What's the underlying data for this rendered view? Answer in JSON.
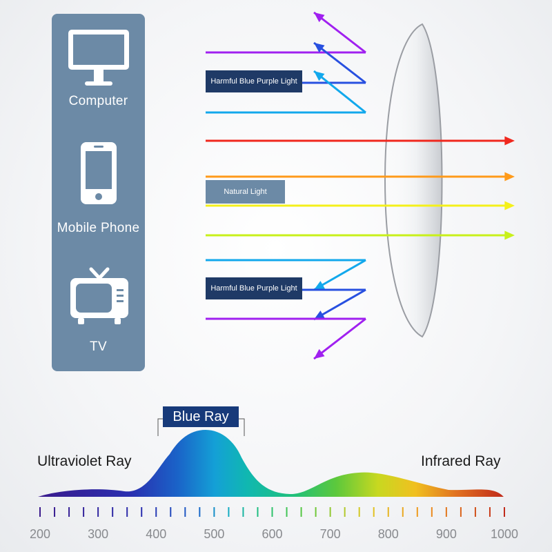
{
  "devices": [
    {
      "icon": "monitor-icon",
      "label": "Computer"
    },
    {
      "icon": "smartphone-icon",
      "label": "Mobile Phone"
    },
    {
      "icon": "tv-icon",
      "label": "TV"
    }
  ],
  "ray_labels": {
    "harmful_top": "Harmful Blue Purple Light",
    "natural": "Natural Light",
    "harmful_bottom": "Harmful Blue Purple Light"
  },
  "colors": {
    "panel": "#6c8aa6",
    "harmful_label_bg": "#1f3a66",
    "violet": "#a020f0",
    "blue": "#2850e0",
    "cyan": "#12a8ec",
    "red": "#f0281e",
    "orange": "#ff9a1a",
    "yellow": "#f4f01a",
    "yellow_green": "#c8f01a"
  },
  "spectrum": {
    "left_label": "Ultraviolet Ray",
    "right_label": "Infrared Ray",
    "highlight_label": "Blue Ray",
    "highlight_range": [
      400,
      550
    ],
    "axis_ticks": [
      "200",
      "300",
      "400",
      "500",
      "600",
      "700",
      "800",
      "900",
      "1000"
    ]
  }
}
